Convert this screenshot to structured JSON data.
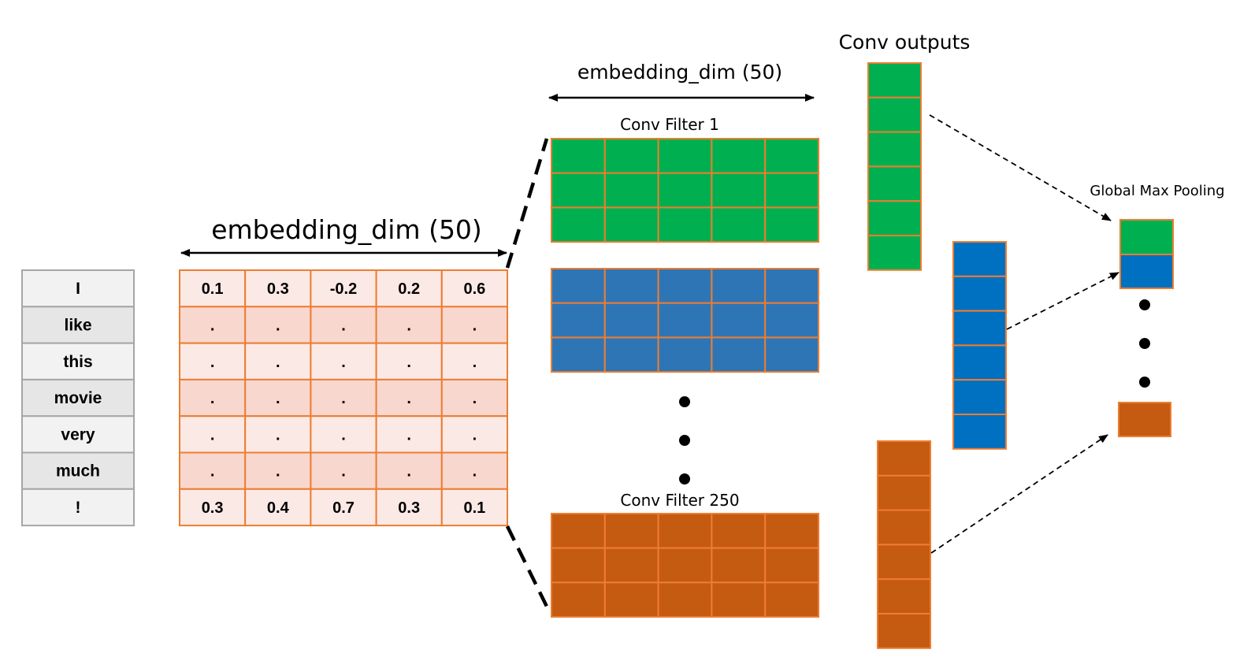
{
  "tokens": [
    "I",
    "like",
    "this",
    "movie",
    "very",
    "much",
    "!"
  ],
  "embedding": {
    "label": "embedding_dim (50)",
    "rows": [
      [
        "0.1",
        "0.3",
        "-0.2",
        "0.2",
        "0.6"
      ],
      [
        ".",
        ".",
        ".",
        ".",
        "."
      ],
      [
        ".",
        ".",
        ".",
        ".",
        "."
      ],
      [
        ".",
        ".",
        ".",
        ".",
        "."
      ],
      [
        ".",
        ".",
        ".",
        ".",
        "."
      ],
      [
        ".",
        ".",
        ".",
        ".",
        "."
      ],
      [
        "0.3",
        "0.4",
        "0.7",
        "0.3",
        "0.1"
      ]
    ]
  },
  "filters": {
    "width_label": "embedding_dim (50)",
    "first_label": "Conv Filter 1",
    "last_label": "Conv Filter 250",
    "rows": 3,
    "cols": 5
  },
  "conv_outputs": {
    "label": "Conv outputs",
    "cells": 6
  },
  "pooling": {
    "label": "Global Max Pooling"
  },
  "colors": {
    "green": "#00b050",
    "blue": "#2e75b6",
    "blue_dark": "#0070c0",
    "orange": "#c55a11",
    "grid_line": "#ed7d31",
    "token_bg": "#f2f2f2",
    "token_bg_alt": "#e6e6e6",
    "token_border": "#a6a6a6",
    "emb_light": "#fbe9e5",
    "emb_dark": "#f8d7cf"
  }
}
